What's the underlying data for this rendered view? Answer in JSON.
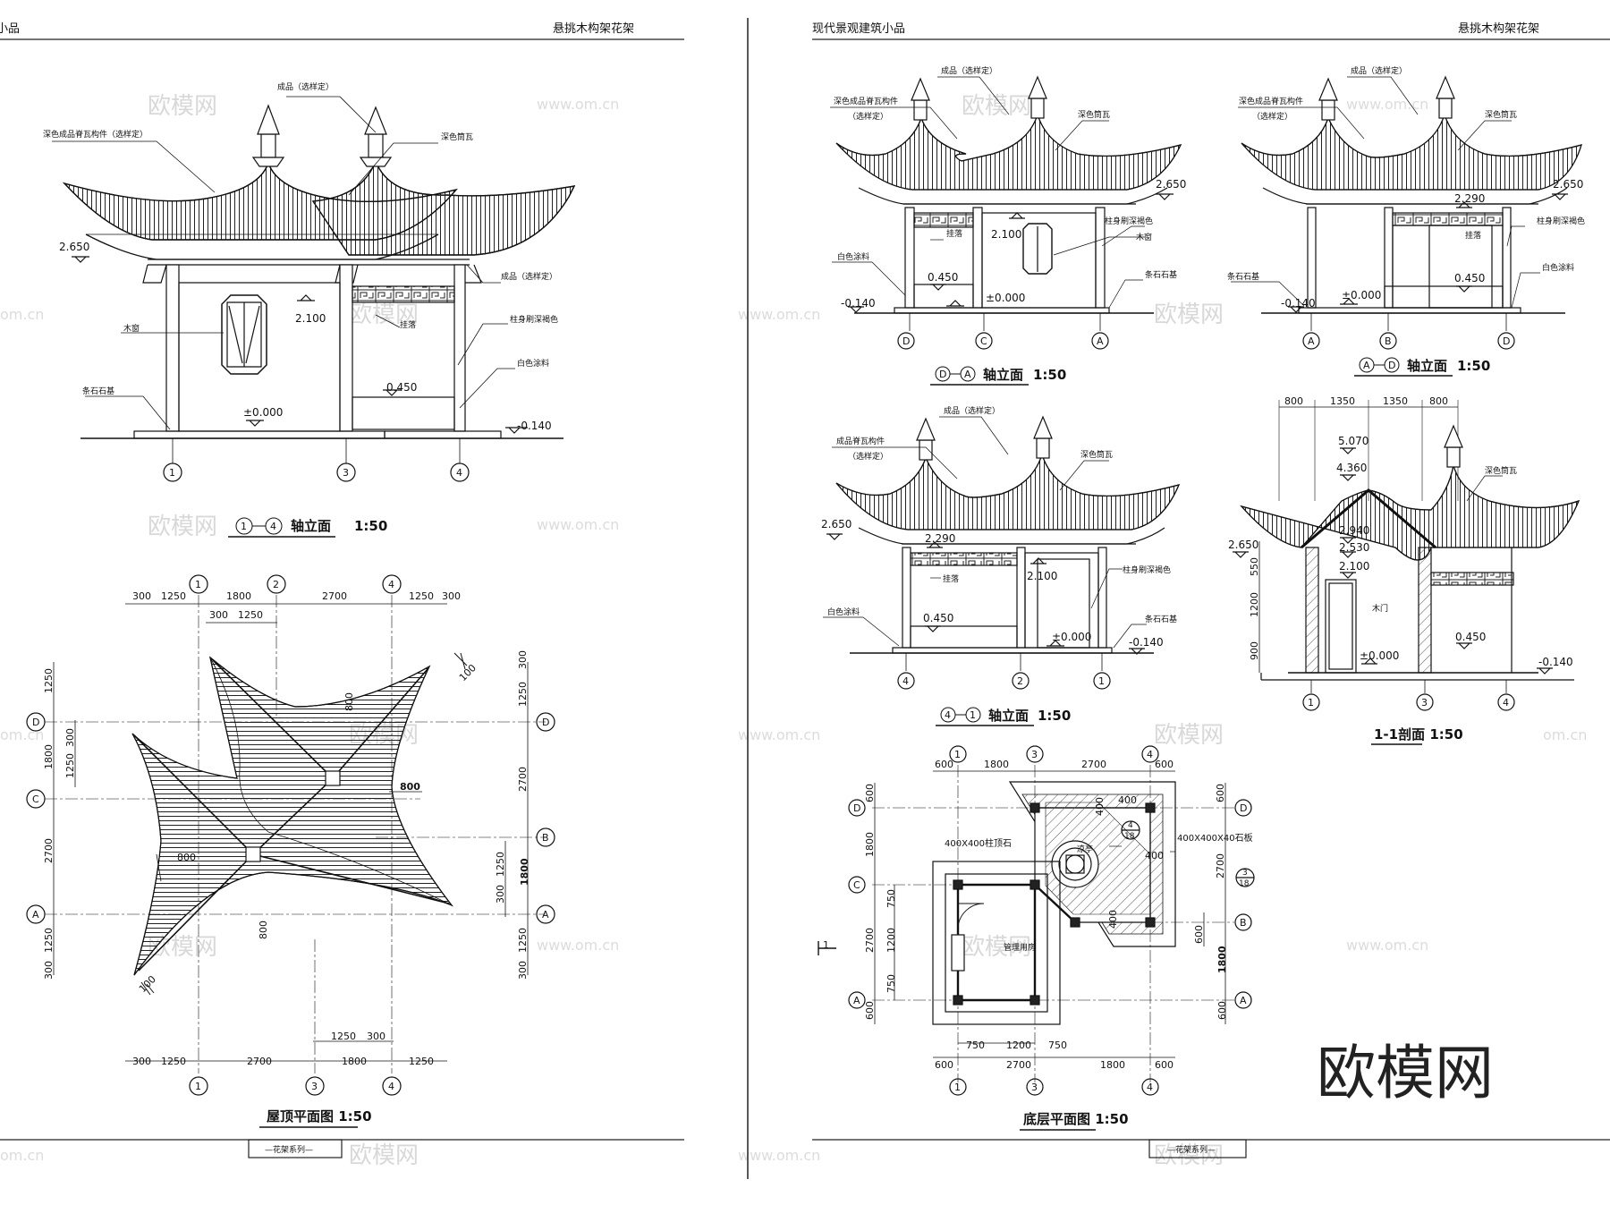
{
  "header": {
    "left_title_1": "小品",
    "right_title_1": "悬挑木构架花架",
    "left_title_2": "现代景观建筑小品",
    "right_title_2": "悬挑木构架花架"
  },
  "footer": {
    "series_1": "—花架系列—",
    "series_2": "—花架系列—"
  },
  "watermark": {
    "cn": "欧模网",
    "url": "www.om.cn",
    "domain": "om.cn",
    "brand": "欧模网"
  },
  "elev14": {
    "title_a": "1",
    "title_b": "4",
    "title": "轴立面",
    "scale": "1:50",
    "labels": {
      "finial": "成品（选样定）",
      "ridge": "深色成品脊瓦构件（选样定）",
      "tile": "深色筒瓦",
      "bracket": "成品（选样定）",
      "window": "木窗",
      "hang": "挂落",
      "column": "柱身刷深褐色",
      "paint": "白色涂料",
      "base": "条石石基"
    },
    "levels": {
      "eave": "2.650",
      "win": "2.100",
      "step": "0.450",
      "zero": "±0.000",
      "low": "-0.140"
    },
    "axes": [
      "1",
      "3",
      "4"
    ]
  },
  "roofplan": {
    "title": "屋顶平面图 1:50",
    "top_dims": [
      "300",
      "1250",
      "1800",
      "2700",
      "1250",
      "300"
    ],
    "top_sub": [
      "300",
      "1250"
    ],
    "bottom_dims": [
      "300",
      "1250",
      "2700",
      "1800",
      "1250"
    ],
    "bottom_sub": [
      "1250",
      "300"
    ],
    "left_dims": [
      "1250",
      "1800",
      "2700",
      "1250",
      "300"
    ],
    "left_sub": [
      "300",
      "1250"
    ],
    "right_dims": [
      "300",
      "1250",
      "2700",
      "1250",
      "300"
    ],
    "right_sub": [
      "1250",
      "300",
      "1800"
    ],
    "inner": [
      "800",
      "800",
      "800",
      "800",
      "100",
      "100"
    ],
    "axes_top": [
      "1",
      "2",
      "4"
    ],
    "axes_bottom": [
      "1",
      "3",
      "4"
    ],
    "axes_left": [
      "D",
      "C",
      "A"
    ],
    "axes_right": [
      "D",
      "B",
      "A"
    ]
  },
  "elevDA": {
    "title_a": "D",
    "title_b": "A",
    "title": "轴立面",
    "scale": "1:50",
    "labels": {
      "finial": "成品（选样定）",
      "ridge1": "深色成品脊瓦构件",
      "ridge2": "（选样定）",
      "tile": "深色筒瓦",
      "hang": "挂落",
      "column": "柱身刷深褐色",
      "window": "木窗",
      "paint": "白色涂料",
      "base": "条石石基"
    },
    "levels": {
      "eave": "2.650",
      "win": "2.100",
      "step": "0.450",
      "zero": "±0.000",
      "low": "-0.140"
    },
    "axes": [
      "D",
      "C",
      "A"
    ]
  },
  "elevAD": {
    "title_a": "A",
    "title_b": "D",
    "title": "轴立面",
    "scale": "1:50",
    "labels": {
      "finial": "成品（选样定）",
      "ridge1": "深色成品脊瓦构件",
      "ridge2": "（选样定）",
      "tile": "深色筒瓦",
      "hang": "挂落",
      "column": "柱身刷深褐色",
      "paint": "白色涂料",
      "base": "条石石基"
    },
    "levels": {
      "eave": "2.650",
      "hang": "2.290",
      "step": "0.450",
      "zero": "±0.000",
      "low": "-0.140"
    },
    "axes": [
      "A",
      "B",
      "D"
    ]
  },
  "elev41": {
    "title_a": "4",
    "title_b": "1",
    "title": "轴立面",
    "scale": "1:50",
    "labels": {
      "finial": "成品（选样定）",
      "ridge1": "成品脊瓦构件",
      "ridge2": "（选样定）",
      "tile": "深色筒瓦",
      "hang": "挂落",
      "column": "柱身刷深褐色",
      "paint": "白色涂料",
      "base": "条石石基"
    },
    "levels": {
      "eave": "2.650",
      "hang": "2.290",
      "win": "2.100",
      "step": "0.450",
      "zero": "±0.000",
      "low": "-0.140"
    },
    "axes": [
      "4",
      "2",
      "1"
    ]
  },
  "section": {
    "title": "1-1剖面 1:50",
    "top_dims": [
      "800",
      "1350",
      "1350",
      "800"
    ],
    "left_dims": [
      "550",
      "1200",
      "900"
    ],
    "labels": {
      "tile": "深色筒瓦",
      "door": "木门"
    },
    "levels": {
      "l5070": "5.070",
      "l4360": "4.360",
      "l2940": "2.940",
      "l2530": "2.530",
      "l2100": "2.100",
      "eave": "2.650",
      "step": "0.450",
      "zero": "±0.000",
      "low": "-0.140"
    },
    "axes": [
      "1",
      "3",
      "4"
    ]
  },
  "groundplan": {
    "title": "底层平面图 1:50",
    "top_dims": [
      "600",
      "1800",
      "2700",
      "600"
    ],
    "bottom_dims": [
      "600",
      "2700",
      "1800",
      "600"
    ],
    "bottom_sub": [
      "750",
      "1200",
      "750"
    ],
    "left_dims": [
      "600",
      "1800",
      "2700",
      "600"
    ],
    "left_sub": [
      "750",
      "1200",
      "750"
    ],
    "right_dims": [
      "600",
      "2700",
      "600",
      "1800",
      "600"
    ],
    "labels": {
      "base": "400X400柱顶石",
      "pavilion": "凉亭",
      "slab": "400X400X40石板",
      "room": "管理用房"
    },
    "inner": [
      "400",
      "400",
      "400",
      "400"
    ],
    "axes_top": [
      "1",
      "3",
      "4"
    ],
    "axes_bottom": [
      "1",
      "3",
      "4"
    ],
    "axes_left": [
      "D",
      "C",
      "A"
    ],
    "axes_right": [
      "D",
      "B",
      "A"
    ],
    "cut": "1",
    "ref_a_num": "4",
    "ref_a_den": "18",
    "ref_b_num": "3",
    "ref_b_den": "18"
  }
}
